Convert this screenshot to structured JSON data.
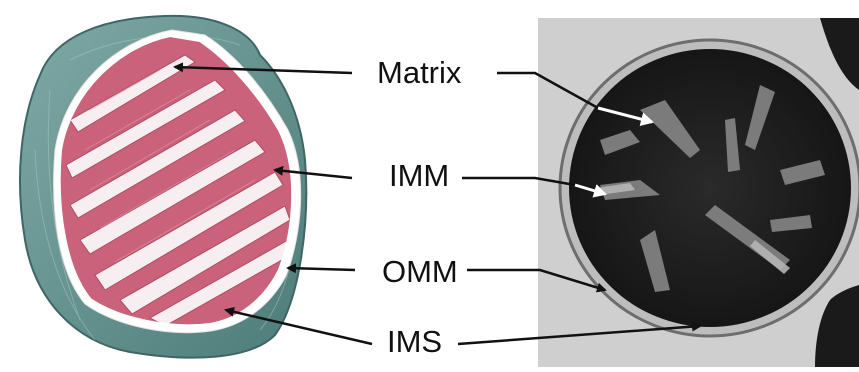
{
  "labels": {
    "matrix": "Matrix",
    "imm": "IMM",
    "omm": "OMM",
    "ims": "IMS"
  },
  "colors": {
    "outer_membrane": "#5f8f8c",
    "matrix_fill": "#c9627a",
    "cristae": "#f6eef0",
    "em_background": "#cfcfcf",
    "em_dark": "#1c1c1c",
    "arrow": "#111111"
  }
}
